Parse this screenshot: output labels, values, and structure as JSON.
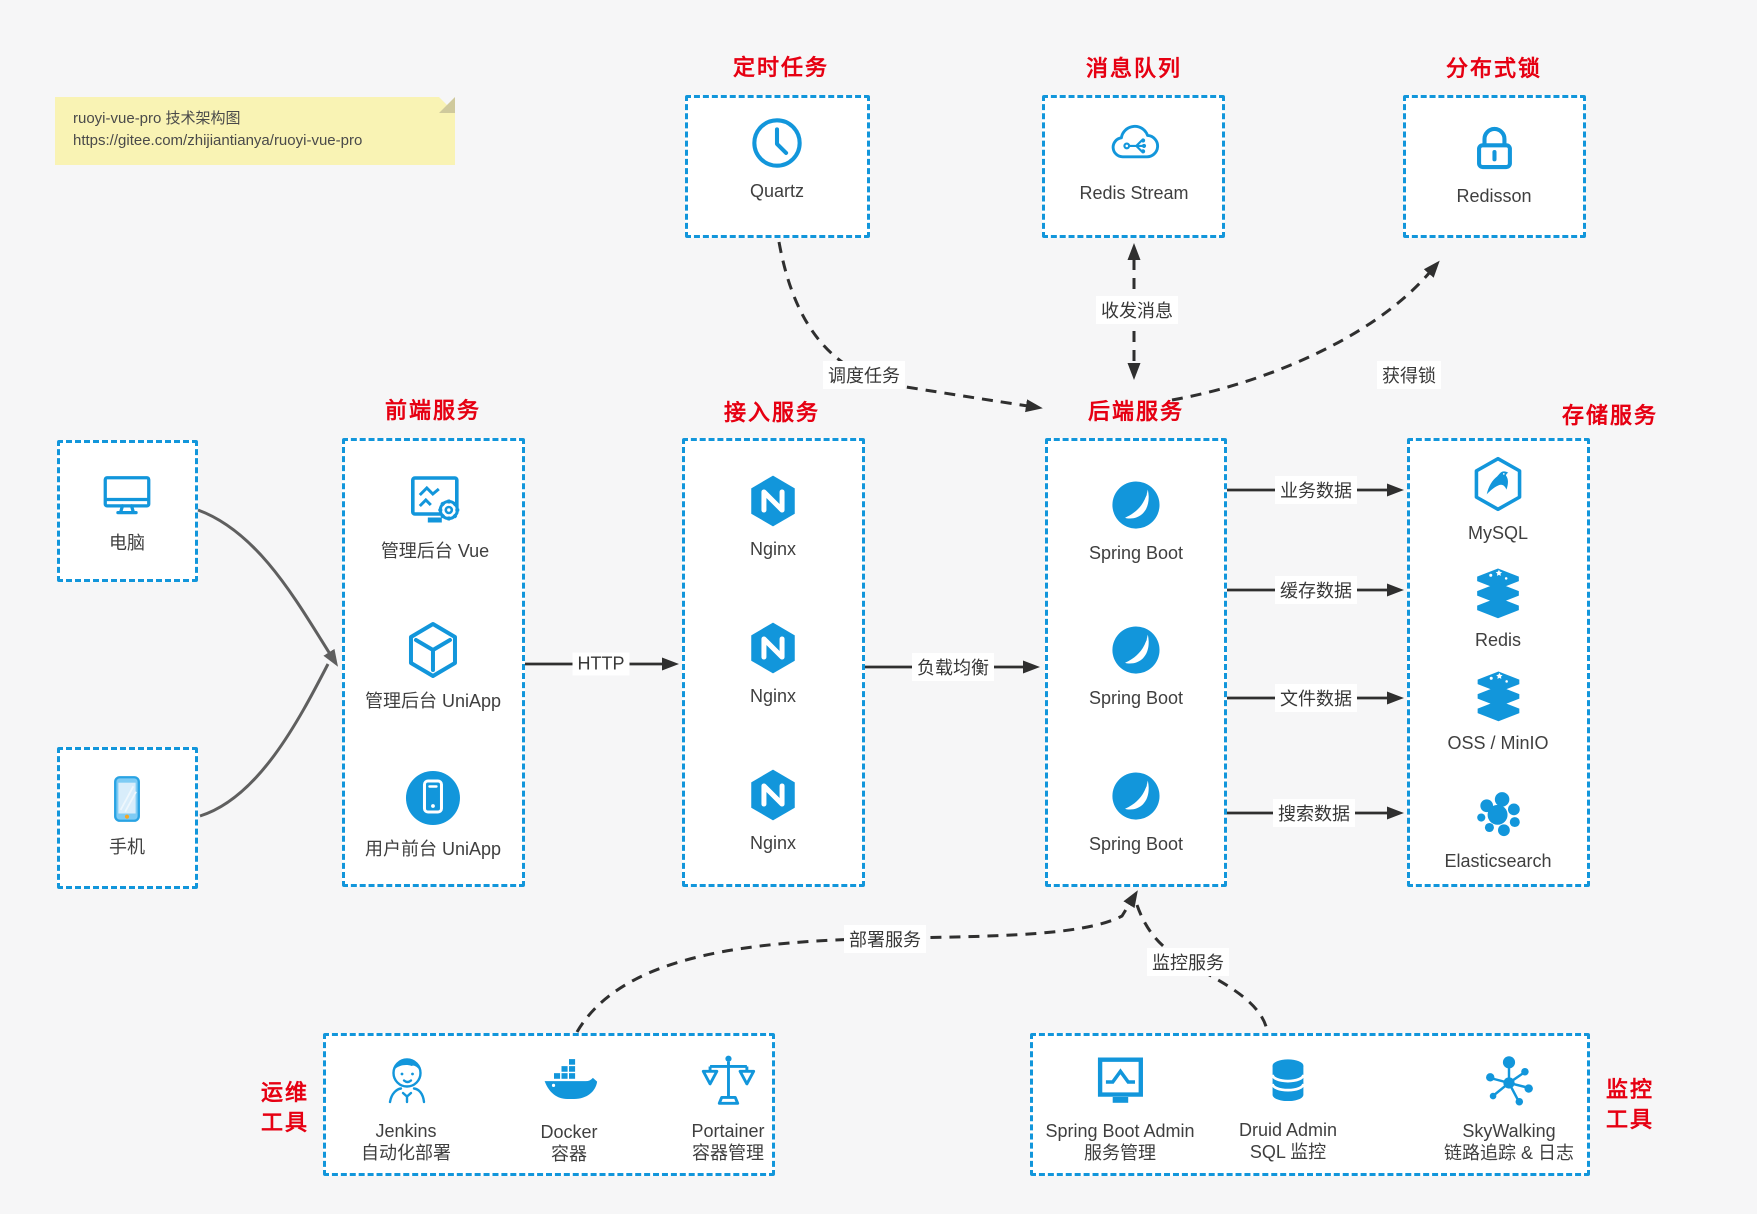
{
  "note": {
    "line1": "ruoyi-vue-pro 技术架构图",
    "line2": "https://gitee.com/zhijiantianya/ruoyi-vue-pro"
  },
  "groups": {
    "scheduled_task": {
      "title": "定时任务",
      "item": {
        "label": "Quartz",
        "icon": "clock-icon"
      }
    },
    "message_queue": {
      "title": "消息队列",
      "item": {
        "label": "Redis Stream",
        "icon": "cloud-stream-icon"
      }
    },
    "distributed_lock": {
      "title": "分布式锁",
      "item": {
        "label": "Redisson",
        "icon": "lock-icon"
      }
    },
    "clients": {
      "items": [
        {
          "label": "电脑",
          "icon": "desktop-icon"
        },
        {
          "label": "手机",
          "icon": "phone-icon"
        }
      ]
    },
    "frontend": {
      "title": "前端服务",
      "items": [
        {
          "label": "管理后台 Vue",
          "icon": "admin-vue-icon"
        },
        {
          "label": "管理后台 UniApp",
          "icon": "cube-icon"
        },
        {
          "label": "用户前台 UniApp",
          "icon": "user-app-icon"
        }
      ]
    },
    "gateway": {
      "title": "接入服务",
      "items": [
        {
          "label": "Nginx",
          "icon": "nginx-icon"
        },
        {
          "label": "Nginx",
          "icon": "nginx-icon"
        },
        {
          "label": "Nginx",
          "icon": "nginx-icon"
        }
      ]
    },
    "backend": {
      "title": "后端服务",
      "items": [
        {
          "label": "Spring Boot",
          "icon": "spring-icon"
        },
        {
          "label": "Spring Boot",
          "icon": "spring-icon"
        },
        {
          "label": "Spring Boot",
          "icon": "spring-icon"
        }
      ]
    },
    "storage": {
      "title": "存储服务",
      "items": [
        {
          "label": "MySQL",
          "icon": "mysql-icon"
        },
        {
          "label": "Redis",
          "icon": "redis-stack-icon"
        },
        {
          "label": "OSS / MinIO",
          "icon": "storage-stack-icon"
        },
        {
          "label": "Elasticsearch",
          "icon": "elasticsearch-icon"
        }
      ]
    },
    "devops": {
      "title_line1": "运维",
      "title_line2": "工具",
      "items": [
        {
          "label": "Jenkins",
          "sublabel": "自动化部署",
          "icon": "jenkins-icon"
        },
        {
          "label": "Docker",
          "sublabel": "容器",
          "icon": "docker-icon"
        },
        {
          "label": "Portainer",
          "sublabel": "容器管理",
          "icon": "scales-icon"
        }
      ]
    },
    "monitoring": {
      "title_line1": "监控",
      "title_line2": "工具",
      "items": [
        {
          "label": "Spring Boot Admin",
          "sublabel": "服务管理",
          "icon": "monitor-chart-icon"
        },
        {
          "label": "Druid Admin",
          "sublabel": "SQL 监控",
          "icon": "database-icon"
        },
        {
          "label": "SkyWalking",
          "sublabel": "链路追踪 & 日志",
          "icon": "topology-icon"
        }
      ]
    }
  },
  "edges": {
    "http": "HTTP",
    "load_balance": "负载均衡",
    "schedule_task": "调度任务",
    "send_receive": "收发消息",
    "acquire_lock": "获得锁",
    "business_data": "业务数据",
    "cache_data": "缓存数据",
    "file_data": "文件数据",
    "search_data": "搜索数据",
    "deploy_service": "部署服务",
    "monitor_service": "监控服务"
  },
  "colors": {
    "accent_blue": "#1296db",
    "title_red": "#e60012",
    "label_gray": "#3f3f3f",
    "note_bg": "#f9f3b4",
    "page_bg": "#f6f6f7"
  }
}
